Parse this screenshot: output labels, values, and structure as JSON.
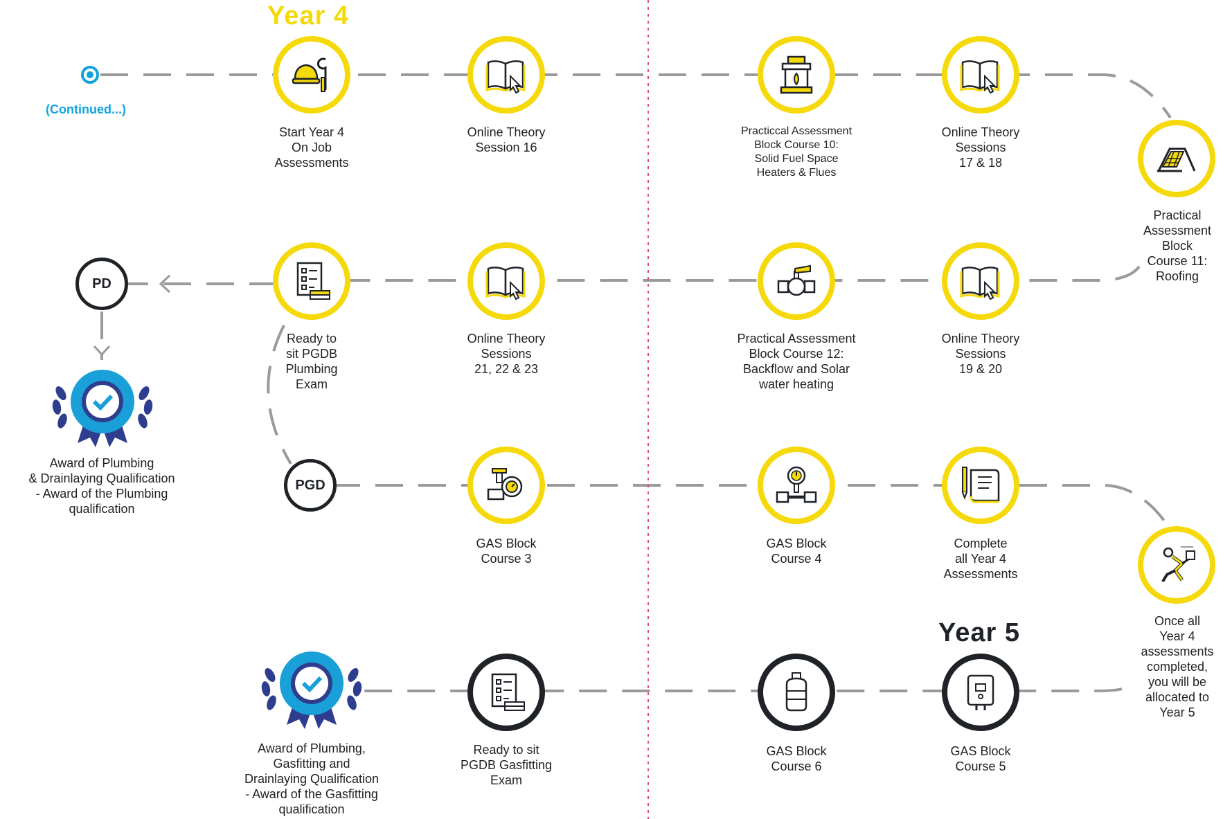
{
  "header": {
    "year4": "Year 4",
    "year5": "Year 5",
    "continued": "(Continued...)"
  },
  "colors": {
    "accent": "#f5d90a",
    "dark": "#1f2328",
    "link": "#13a3dc",
    "divider": "#e0457b",
    "line": "#9a9a9a",
    "badge_blue": "#2f3d8f",
    "badge_light": "#1aa0d8"
  },
  "steps": {
    "start_year4": {
      "label": "Start Year 4\nOn Job\nAssessments",
      "icon": "helmet-wrench-icon"
    },
    "theory16": {
      "label": "Online Theory\nSession 16",
      "icon": "book-cursor-icon"
    },
    "practical10": {
      "label": "Practiccal Assessment\nBlock Course 10:\nSolid Fuel Space\nHeaters & Flues",
      "icon": "fireplace-icon"
    },
    "theory17_18": {
      "label": "Online Theory\nSessions\n17 & 18",
      "icon": "book-cursor-icon"
    },
    "practical11": {
      "label": "Practical\nAssessment Block\nCourse 11: Roofing",
      "icon": "roof-icon"
    },
    "theory19_20": {
      "label": "Online Theory\nSessions\n19 & 20",
      "icon": "book-cursor-icon"
    },
    "practical12": {
      "label": "Practical Assessment\nBlock Course 12:\nBackflow and Solar\nwater heating",
      "icon": "valve-icon"
    },
    "theory21_23": {
      "label": "Online Theory\nSessions\n21, 22 & 23",
      "icon": "book-cursor-icon"
    },
    "ready_plumbing": {
      "label": "Ready to\nsit PGDB\nPlumbing\nExam",
      "icon": "checklist-icon"
    },
    "pd": {
      "label": "PD"
    },
    "award_plumbing": {
      "label": "Award of Plumbing\n& Drainlaying Qualification\n- Award of the Plumbing\nqualification",
      "icon": "award-badge-icon"
    },
    "pgd": {
      "label": "PGD"
    },
    "gas3": {
      "label": "GAS Block\nCourse 3",
      "icon": "gas-meter-icon"
    },
    "gas4": {
      "label": "GAS Block\nCourse 4",
      "icon": "pressure-gauge-icon"
    },
    "complete_year4": {
      "label": "Complete\nall Year 4\nAssessments",
      "icon": "scroll-pen-icon"
    },
    "allocated_year5": {
      "label": "Once all Year 4\nassessments\ncompleted,\nyou will be\nallocated to\nYear 5",
      "icon": "running-person-icon"
    },
    "gas5": {
      "label": "GAS Block\nCourse 5",
      "icon": "water-heater-icon"
    },
    "gas6": {
      "label": "GAS Block\nCourse 6",
      "icon": "gas-cylinder-icon"
    },
    "ready_gasfitting": {
      "label": "Ready to sit\nPGDB Gasfitting\nExam",
      "icon": "checklist-icon"
    },
    "award_gasfitting": {
      "label": "Award of Plumbing,\nGasfitting and\nDrainlaying Qualification\n- Award of the Gasfitting\nqualification",
      "icon": "award-badge-icon"
    }
  }
}
